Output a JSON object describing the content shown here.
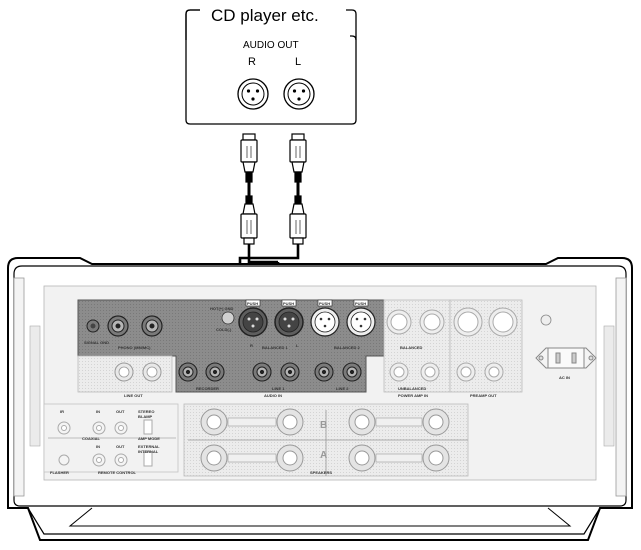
{
  "source_device": {
    "title": "CD player etc.",
    "output_label": "AUDIO OUT",
    "channel_right": "R",
    "channel_left": "L"
  },
  "rear_panel": {
    "push_label": "PUSH",
    "hot_gnd_label": "HOT(+)  GND",
    "cold_label": "COLD(-)",
    "signal_gnd_label": "SIGNAL GND",
    "phono_label": "PHONO (MM/MC)",
    "balanced1_label": "BALANCED 1",
    "balanced2_label": "BALANCED 2",
    "balanced_label": "BALANCED",
    "line_out_label": "LINE OUT",
    "recorder_label": "RECORDER",
    "line1_label": "LINE 1",
    "line2_label": "LINE 2",
    "audio_in_label": "AUDIO IN",
    "unbalanced_label": "UNBALANCED",
    "power_amp_in_label": "POWER AMP IN",
    "preamp_out_label": "PREAMP OUT",
    "ac_in_label": "AC IN",
    "coaxial_label": "COAXIAL",
    "ir_label": "IR",
    "in_label": "IN",
    "out_label": "OUT",
    "remote_control_label": "REMOTE CONTROL",
    "flasher_label": "FLASHER",
    "amp_mode_label": "AMP MODE",
    "stereo_label": "STEREO",
    "bi_amp_label": "BI-AMP",
    "external_label": "EXTERNAL",
    "internal_label": "INTERNAL",
    "speakers_label": "SPEAKERS",
    "speaker_b_label": "B",
    "speaker_a_label": "A",
    "r_mark": "R",
    "l_mark": "L"
  },
  "colors": {
    "outline": "#000000",
    "panel_fill": "#f0f0f0",
    "dark_panel": "#8a8a8a",
    "light_panel": "#e6e6e6",
    "jack_gray": "#9a9a9a"
  }
}
